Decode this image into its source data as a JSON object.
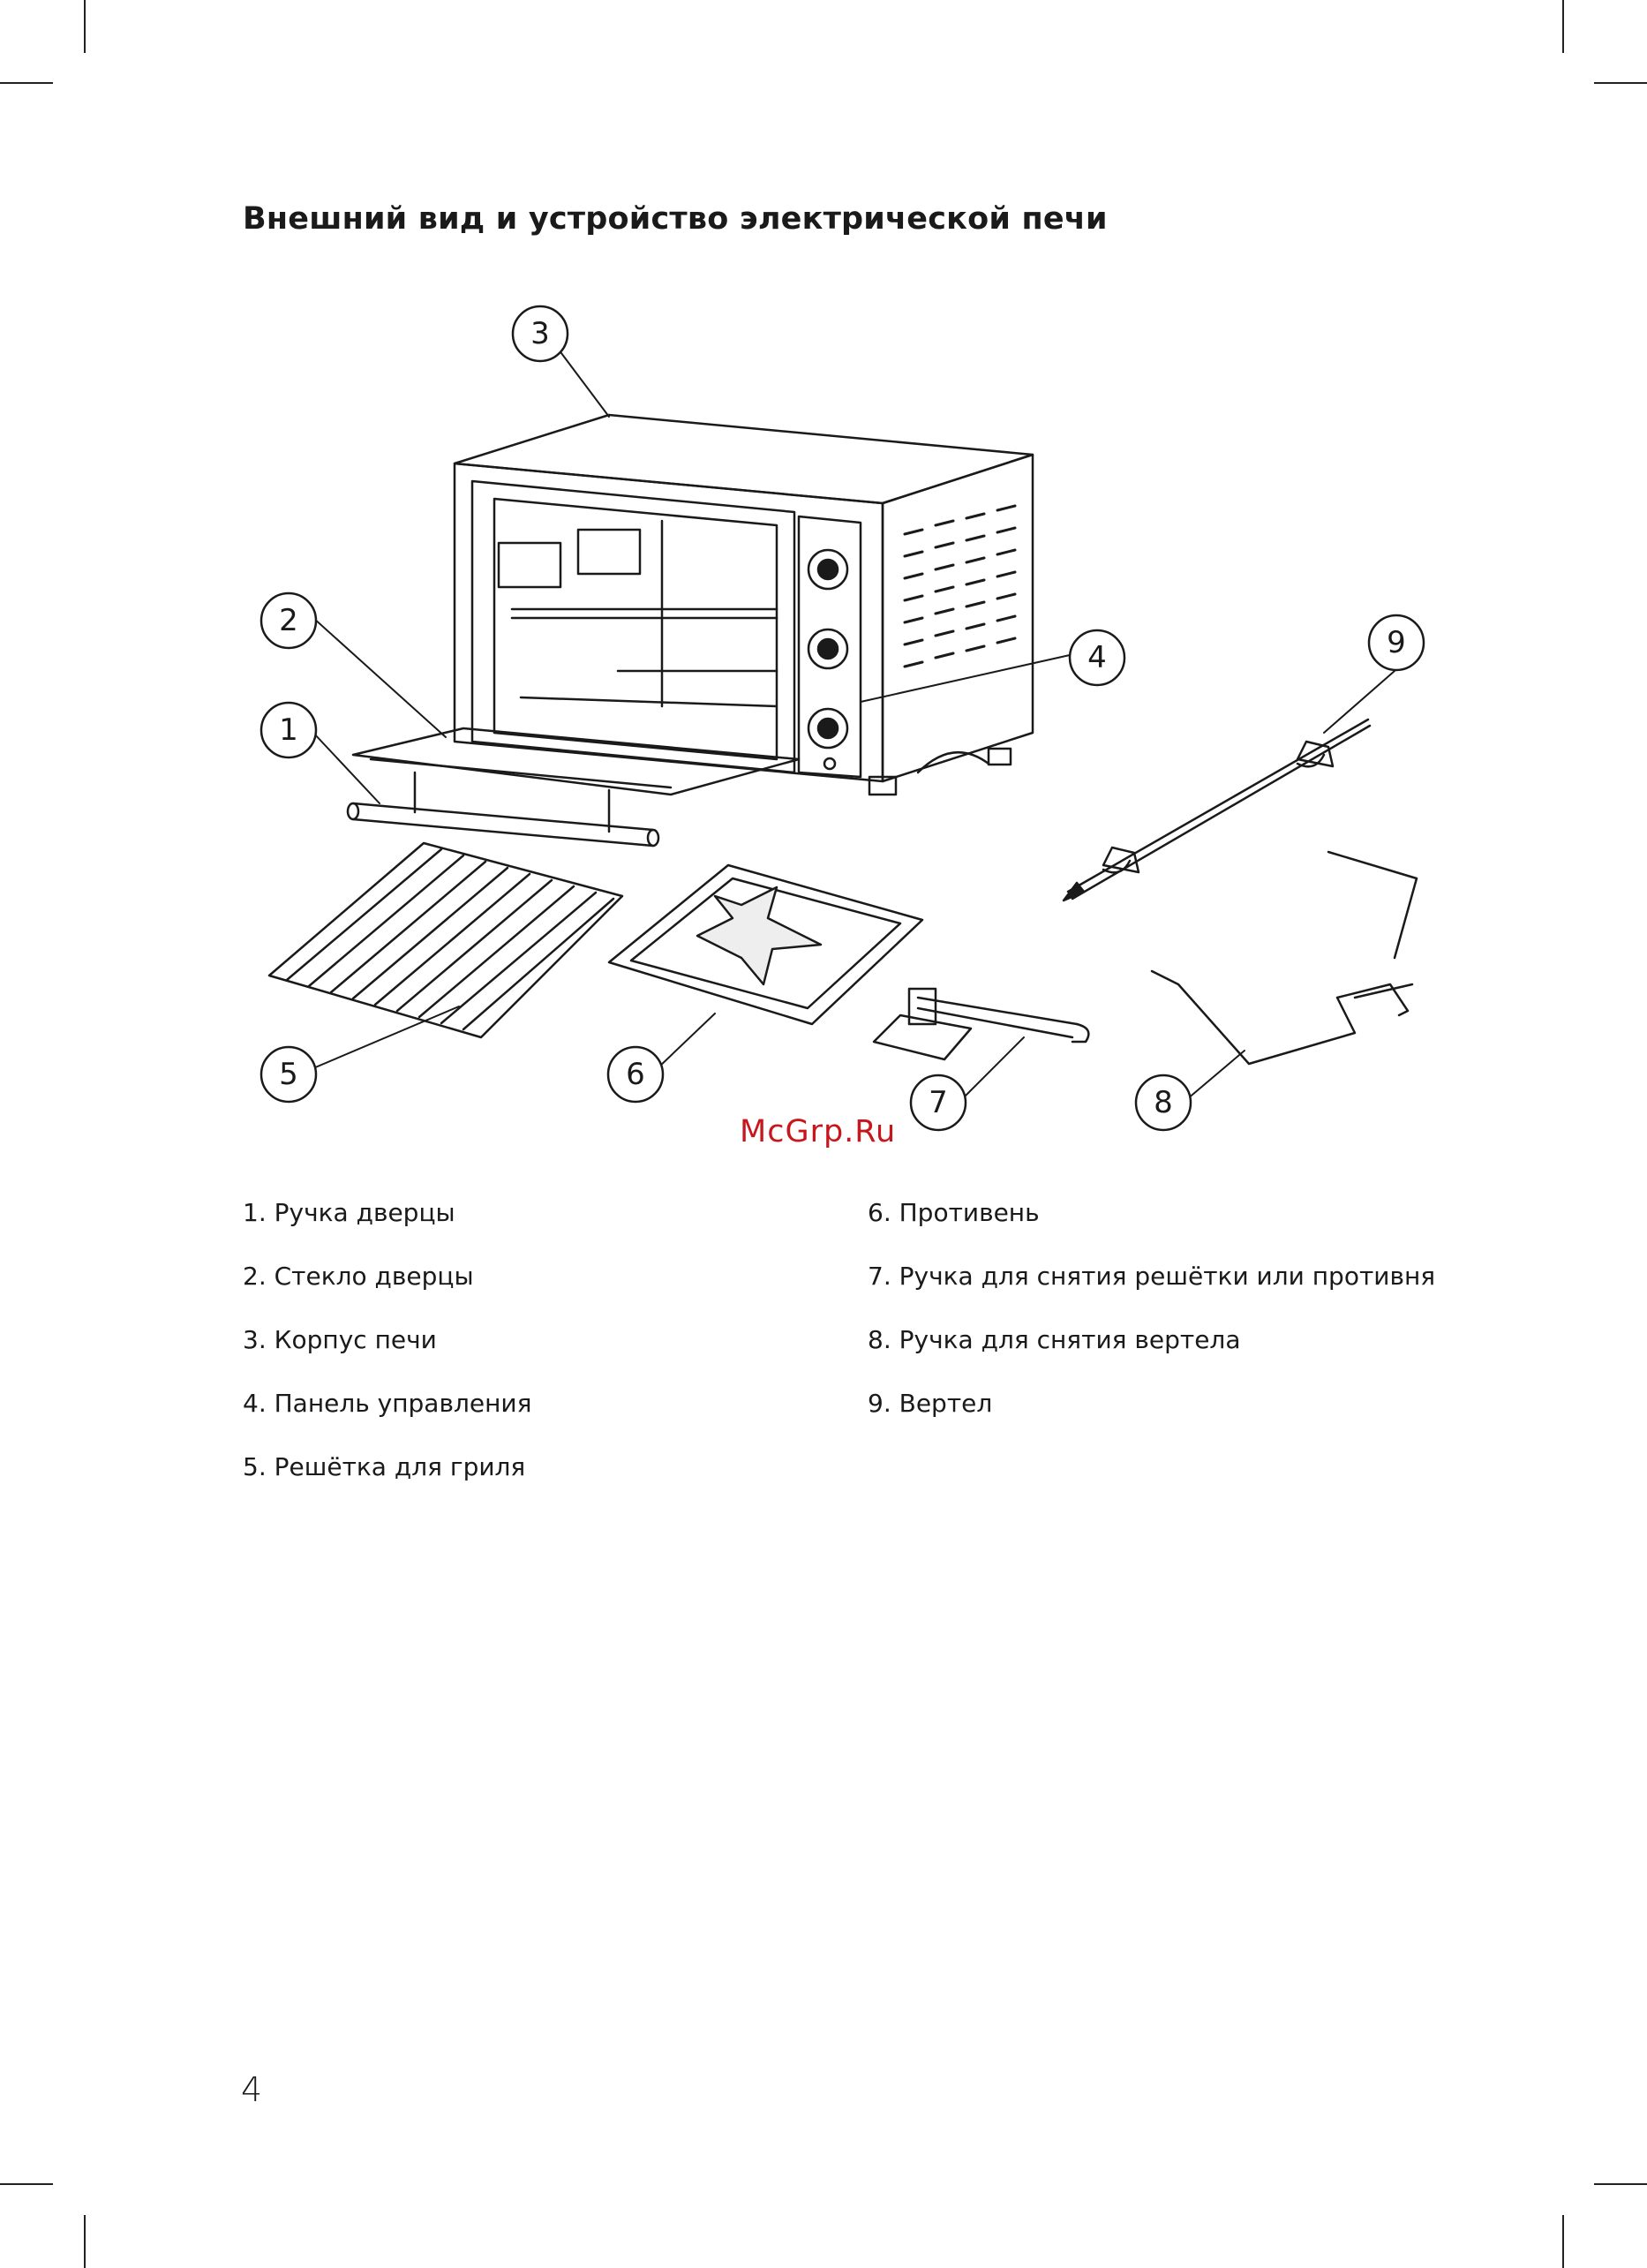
{
  "title": "Внешний вид и устройство электрической печи",
  "callouts": [
    "1",
    "2",
    "3",
    "4",
    "5",
    "6",
    "7",
    "8",
    "9"
  ],
  "watermark": "McGrp.Ru",
  "legend_left": [
    "1.  Ручка дверцы",
    "2. Стекло дверцы",
    "3. Корпус печи",
    "4. Панель управления",
    "5. Решётка для гриля"
  ],
  "legend_right": [
    "6. Противень",
    "7. Ручка для снятия решётки или противня",
    "8. Ручка для снятия вертела",
    "9. Вертел"
  ],
  "page_number": "4"
}
